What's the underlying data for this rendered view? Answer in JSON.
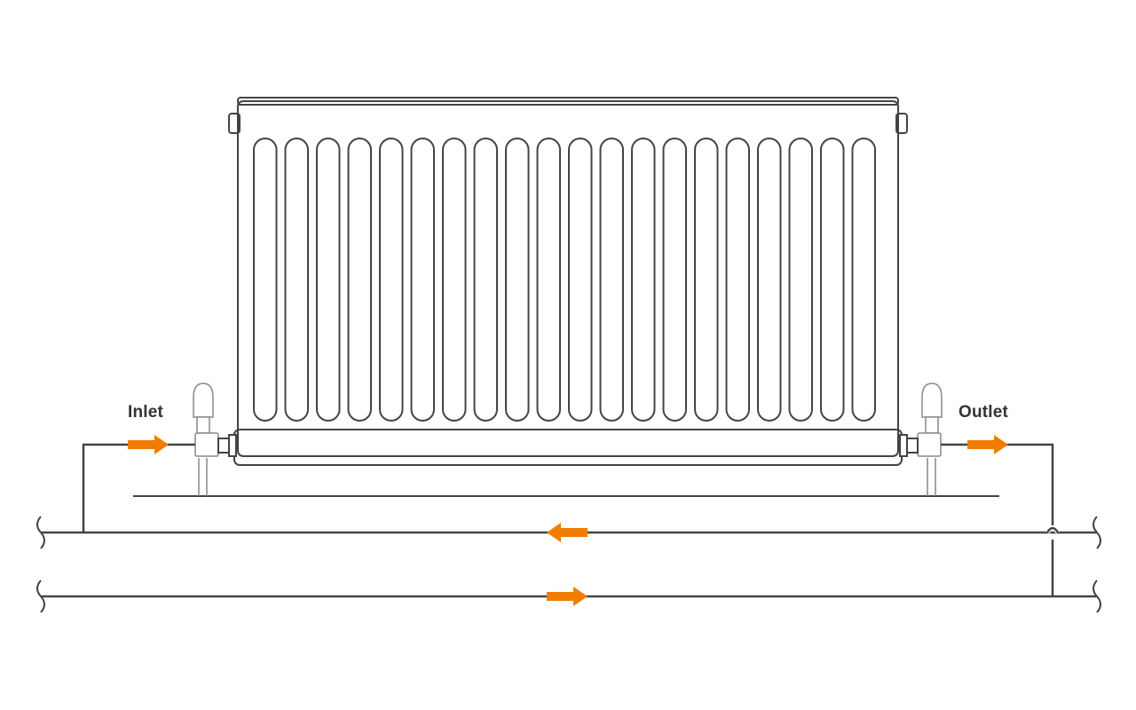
{
  "labels": {
    "inlet": "Inlet",
    "outlet": "Outlet"
  },
  "colors": {
    "line": "#444444",
    "flow_arrow": "#f07d00",
    "label_text": "#333333",
    "background": "#ffffff"
  },
  "radiator": {
    "fin_count": 20
  },
  "flow_arrows": [
    {
      "id": "inlet-flow",
      "direction": "right"
    },
    {
      "id": "outlet-flow",
      "direction": "right"
    },
    {
      "id": "return-pipe-flow",
      "direction": "left"
    },
    {
      "id": "flow-pipe-flow",
      "direction": "right"
    }
  ]
}
